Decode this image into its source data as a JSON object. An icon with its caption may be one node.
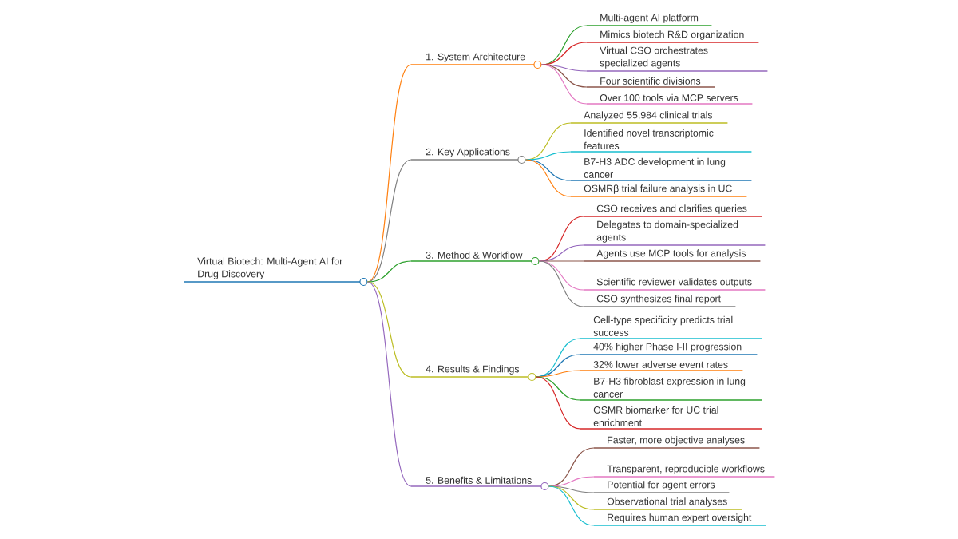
{
  "diagram": {
    "nodes": [
      {
        "text": [
          "Virtual Biotech: Multi-Agent AI for Drug Discovery"
        ]
      },
      {
        "text": [
          "1. System Architecture"
        ]
      },
      {
        "text": [
          "Multi-agent AI platform"
        ]
      },
      {
        "text": [
          "Mimics biotech R&D organization"
        ]
      },
      {
        "text": [
          "Virtual CSO orchestrates specialized agents"
        ]
      },
      {
        "text": [
          "Four scientific divisions"
        ]
      },
      {
        "text": [
          "Over 100 tools via MCP servers"
        ]
      },
      {
        "text": [
          "2. Key Applications"
        ]
      },
      {
        "text": [
          "Analyzed 55,984 clinical trials"
        ]
      },
      {
        "text": [
          "Identified novel transcriptomic features"
        ]
      },
      {
        "text": [
          "B7-H3 ADC development in lung cancer"
        ]
      },
      {
        "text": [
          "OSMRβ trial failure analysis in UC"
        ]
      },
      {
        "text": [
          "3. Method & Workflow"
        ]
      },
      {
        "text": [
          "CSO receives and clarifies queries"
        ]
      },
      {
        "text": [
          "Delegates to domain-specialized agents"
        ]
      },
      {
        "text": [
          "Agents use MCP tools for analysis"
        ]
      },
      {
        "text": [
          "Scientific reviewer validates outputs"
        ]
      },
      {
        "text": [
          "CSO synthesizes final report"
        ]
      },
      {
        "text": [
          "4. Results & Findings"
        ]
      },
      {
        "text": [
          "Cell-type specificity predicts trial success"
        ]
      },
      {
        "text": [
          "40% higher Phase I-II progression"
        ]
      },
      {
        "text": [
          "32% lower adverse event rates"
        ]
      },
      {
        "text": [
          "B7-H3 fibroblast expression in lung cancer"
        ]
      },
      {
        "text": [
          "OSMR biomarker for UC trial enrichment"
        ]
      },
      {
        "text": [
          "5. Benefits & Limitations"
        ]
      },
      {
        "text": [
          "Faster, more objective analyses"
        ]
      },
      {
        "text": [
          "Transparent, reproducible workflows"
        ]
      },
      {
        "text": [
          "Potential for agent errors"
        ]
      },
      {
        "text": [
          "Observational trial analyses"
        ]
      },
      {
        "text": [
          "Requires human expert oversight"
        ]
      }
    ],
    "edges": [
      {
        "from": 0,
        "to": 1,
        "arrow": "none",
        "color": "#ff7f0e"
      },
      {
        "from": 1,
        "to": 2,
        "arrow": "none",
        "color": "#2ca02c"
      },
      {
        "from": 1,
        "to": 3,
        "arrow": "none",
        "color": "#d62728"
      },
      {
        "from": 1,
        "to": 4,
        "arrow": "none",
        "color": "#9467bd"
      },
      {
        "from": 1,
        "to": 5,
        "arrow": "none",
        "color": "#8c564b"
      },
      {
        "from": 1,
        "to": 6,
        "arrow": "none",
        "color": "#e377c2"
      },
      {
        "from": 0,
        "to": 7,
        "arrow": "none",
        "color": "#7f7f7f"
      },
      {
        "from": 7,
        "to": 8,
        "arrow": "none",
        "color": "#bcbd22"
      },
      {
        "from": 7,
        "to": 9,
        "arrow": "none",
        "color": "#17becf"
      },
      {
        "from": 7,
        "to": 10,
        "arrow": "none",
        "color": "#1f77b4"
      },
      {
        "from": 7,
        "to": 11,
        "arrow": "none",
        "color": "#ff7f0e"
      },
      {
        "from": 0,
        "to": 12,
        "arrow": "none",
        "color": "#2ca02c"
      },
      {
        "from": 12,
        "to": 13,
        "arrow": "none",
        "color": "#d62728"
      },
      {
        "from": 12,
        "to": 14,
        "arrow": "none",
        "color": "#9467bd"
      },
      {
        "from": 12,
        "to": 15,
        "arrow": "none",
        "color": "#8c564b"
      },
      {
        "from": 12,
        "to": 16,
        "arrow": "none",
        "color": "#e377c2"
      },
      {
        "from": 12,
        "to": 17,
        "arrow": "none",
        "color": "#7f7f7f"
      },
      {
        "from": 0,
        "to": 18,
        "arrow": "none",
        "color": "#bcbd22"
      },
      {
        "from": 18,
        "to": 19,
        "arrow": "none",
        "color": "#17becf"
      },
      {
        "from": 18,
        "to": 20,
        "arrow": "none",
        "color": "#1f77b4"
      },
      {
        "from": 18,
        "to": 21,
        "arrow": "none",
        "color": "#ff7f0e"
      },
      {
        "from": 18,
        "to": 22,
        "arrow": "none",
        "color": "#2ca02c"
      },
      {
        "from": 18,
        "to": 23,
        "arrow": "none",
        "color": "#d62728"
      },
      {
        "from": 0,
        "to": 24,
        "arrow": "none",
        "color": "#9467bd"
      },
      {
        "from": 24,
        "to": 25,
        "arrow": "none",
        "color": "#8c564b"
      },
      {
        "from": 24,
        "to": 26,
        "arrow": "none",
        "color": "#e377c2"
      },
      {
        "from": 24,
        "to": 27,
        "arrow": "none",
        "color": "#7f7f7f"
      },
      {
        "from": 24,
        "to": 28,
        "arrow": "none",
        "color": "#bcbd22"
      },
      {
        "from": 24,
        "to": 29,
        "arrow": "none",
        "color": "#17becf"
      }
    ]
  }
}
